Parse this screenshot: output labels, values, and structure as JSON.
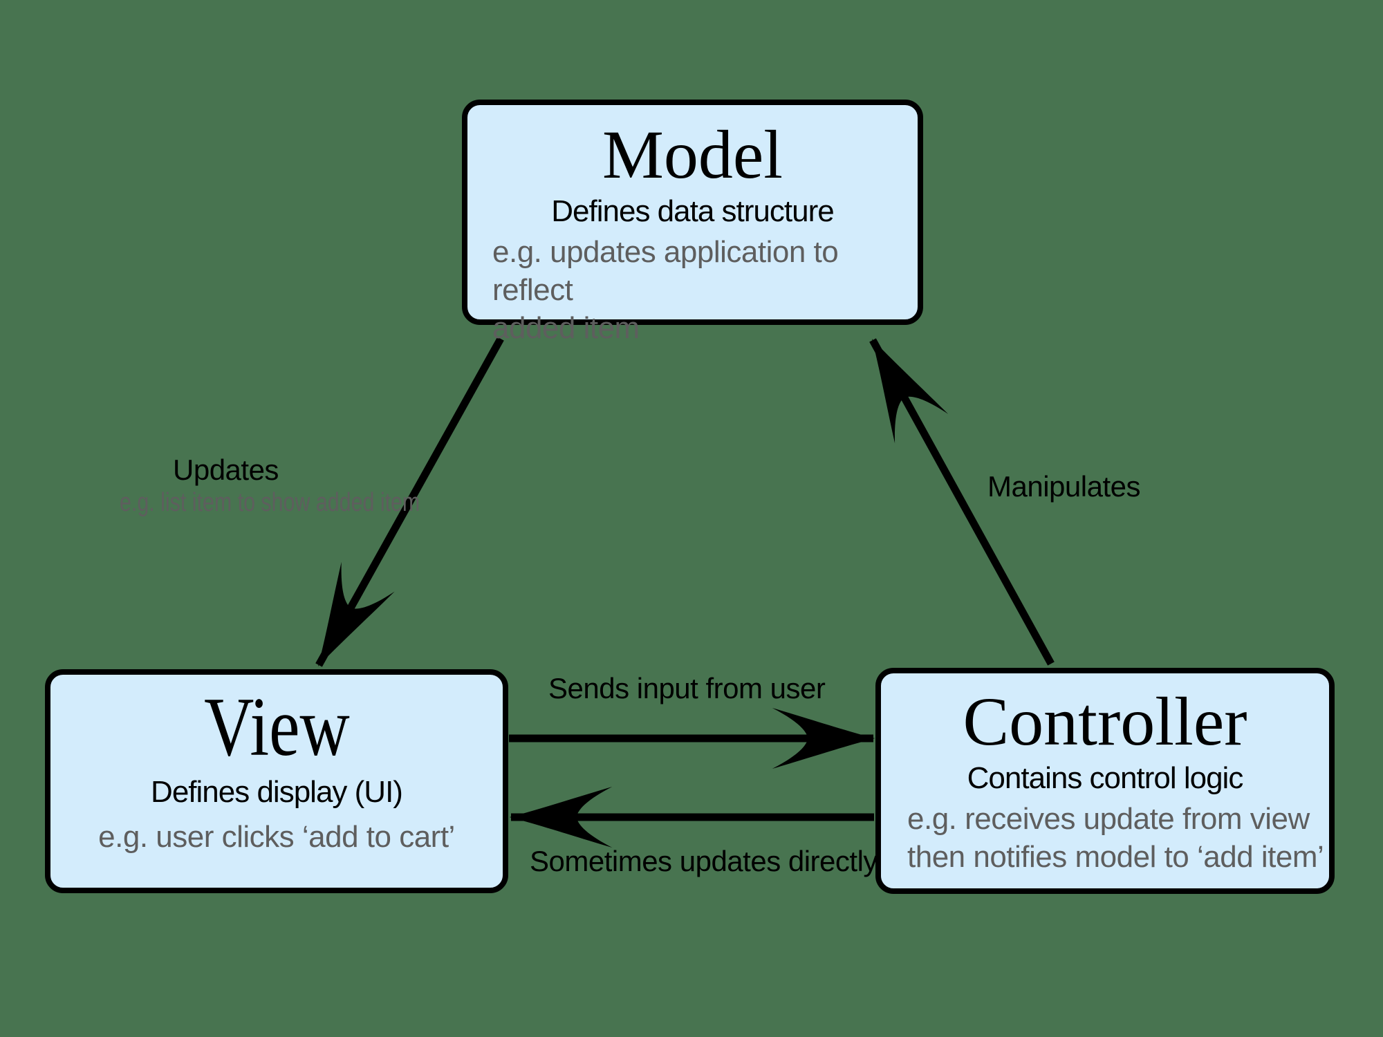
{
  "canvas": {
    "background_color": "#487450",
    "box_fill_color": "#d3ecfc",
    "box_border_color": "#000000",
    "gray_text_color": "#5e5e5e",
    "arrow_color": "#000000"
  },
  "boxes": {
    "model": {
      "title": "Model",
      "subtitle": "Defines data structure",
      "example_lines": [
        "e.g. updates application to reflect",
        "added item"
      ]
    },
    "view": {
      "title": "View",
      "subtitle": "Defines display (UI)",
      "example_lines": [
        "e.g. user clicks ‘add to cart’"
      ]
    },
    "controller": {
      "title": "Controller",
      "subtitle": "Contains control logic",
      "example_lines": [
        "e.g. receives update from view",
        "then notifies model to ‘add item’"
      ]
    }
  },
  "arrows": {
    "model_to_view": {
      "label": "Updates",
      "sublabel": "e.g. list item to show added item",
      "from": "Model",
      "to": "View"
    },
    "controller_to_model": {
      "label": "Manipulates",
      "from": "Controller",
      "to": "Model"
    },
    "view_to_controller": {
      "label": "Sends input from user",
      "from": "View",
      "to": "Controller"
    },
    "controller_to_view": {
      "label": "Sometimes updates directly",
      "from": "Controller",
      "to": "View"
    }
  }
}
